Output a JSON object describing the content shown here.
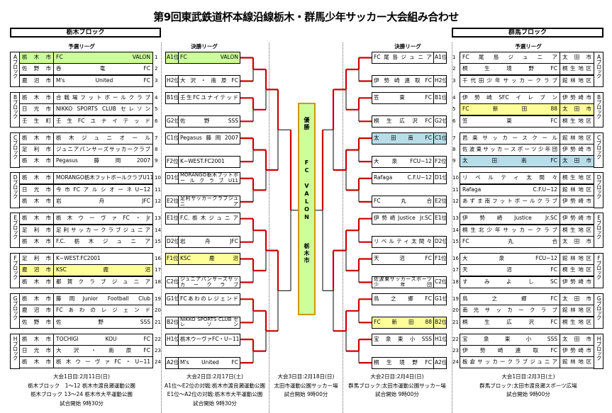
{
  "title": "第9回東武鉄道杯本線沿線栃木・群馬少年サッカー大会組み合わせ",
  "labels": {
    "prelim": "予選リーグ",
    "final": "決勝リーグ"
  },
  "champion": {
    "label": "優勝",
    "team": "FC VALON",
    "city": "栃木市"
  },
  "colors": {
    "green": "#ccff99",
    "yellow": "#ffff99",
    "blue": "#b7dde8",
    "red": "#cc0000"
  },
  "tochigi": {
    "header": "栃木ブロック",
    "blocks": [
      {
        "label": "Aブロック",
        "rows": [
          {
            "no": "1",
            "city": "栃木市",
            "team": "FC VALON",
            "hl": "green"
          },
          {
            "no": "2",
            "city": "佐野市",
            "team": "呑竜FC"
          },
          {
            "no": "3",
            "city": "鹿沼市",
            "team": "M's United FC"
          }
        ]
      },
      {
        "label": "Bブロック",
        "rows": [
          {
            "no": "4",
            "city": "栃木市",
            "team": "合戦場フットボールクラブ"
          },
          {
            "no": "5",
            "city": "日光市",
            "team": "NIKKO SPORTS CLUB セレソン"
          },
          {
            "no": "6",
            "city": "壬生町",
            "team": "壬生FCユナイテッド"
          }
        ]
      },
      {
        "label": "Cブロック",
        "rows": [
          {
            "no": "7",
            "city": "栃木市",
            "team": "栃木ジュニオール"
          },
          {
            "no": "8",
            "city": "足利市",
            "team": "ジュニアパンサーズサッカークラブ"
          },
          {
            "no": "9",
            "city": "栃木市",
            "team": "Pegasus藤岡2007"
          }
        ]
      },
      {
        "label": "Dブロック",
        "rows": [
          {
            "no": "10",
            "city": "栃木市",
            "team": "MORANGO栃木フットボールクラブU11"
          },
          {
            "no": "11",
            "city": "日光市",
            "team": "今市FCアルシオーネU−12"
          },
          {
            "no": "12",
            "city": "栃木市",
            "team": "岩舟JFC"
          }
        ]
      },
      {
        "label": "Eブロック",
        "rows": [
          {
            "no": "13",
            "city": "栃木市",
            "team": "栃木ウーヴァFC・Jr"
          },
          {
            "no": "14",
            "city": "足利市",
            "team": "足利サッカークラブジュニア"
          },
          {
            "no": "15",
            "city": "栃木市",
            "team": "F.C.栃木ジュニア"
          }
        ]
      },
      {
        "label": "Fブロック",
        "rows": [
          {
            "no": "16",
            "city": "足利市",
            "team": "K−WEST.FC2001"
          },
          {
            "no": "17",
            "city": "鹿沼市",
            "team": "KSC鹿沼",
            "hl": "yellow"
          },
          {
            "no": "18",
            "city": "栃木市",
            "team": "都賀クラブジュニア"
          }
        ]
      },
      {
        "label": "Gブロック",
        "rows": [
          {
            "no": "19",
            "city": "栃木市",
            "team": "藤岡Junior Football Club"
          },
          {
            "no": "20",
            "city": "鹿沼市",
            "team": "FCあわのレジェンド"
          },
          {
            "no": "21",
            "city": "佐野市",
            "team": "佐野SSS"
          }
        ]
      },
      {
        "label": "Hブロック",
        "rows": [
          {
            "no": "22",
            "city": "栃木市",
            "team": "TOCHIGI KOU FC"
          },
          {
            "no": "23",
            "city": "日光市",
            "team": "大沢・南原FC"
          },
          {
            "no": "24",
            "city": "栃木市",
            "team": "栃木ウーヴァFC・U−11"
          }
        ]
      }
    ],
    "finals": [
      {
        "seed": "A1位",
        "team": "FC VALON",
        "hl": "green"
      },
      {
        "seed": "H2位",
        "team": "大沢・南原FC"
      },
      {
        "seed": "B1位",
        "team": "壬生FCユナイテッド"
      },
      {
        "seed": "G2位",
        "team": "佐野SSS"
      },
      {
        "seed": "C1位",
        "team": "Pegasus藤岡2007"
      },
      {
        "seed": "F2位",
        "team": "K−WEST.FC2001"
      },
      {
        "seed": "D1位",
        "team": "MORANGO栃木フットボールクラブU11",
        "two": true
      },
      {
        "seed": "E2位",
        "team": "足利サッカークラブジュニア",
        "two": true
      },
      {
        "seed": "E1位",
        "team": "F.C.栃木ジュニア"
      },
      {
        "seed": "D2位",
        "team": "岩舟JFC"
      },
      {
        "seed": "F1位",
        "team": "KSC鹿沼",
        "hl": "yellow"
      },
      {
        "seed": "C2位",
        "team": "ジュニアパンサーズサッカークラブ",
        "two": true
      },
      {
        "seed": "G1位",
        "team": "FCあわのレジェンド"
      },
      {
        "seed": "B2位",
        "team": "NIKKO SPORTS CLUB セレソン",
        "two": true
      },
      {
        "seed": "H1位",
        "team": "栃木ウーヴァFC・U−11"
      },
      {
        "seed": "A2位",
        "team": "M's United FC"
      }
    ],
    "footer_prelim": [
      "大会1日目:2月11日(日)",
      "栃木ブロック　1〜12  栃木市渡良瀬運動公園",
      "栃木ブロック  13〜24  栃木市大平運動公園",
      "試合開始  9時30分"
    ],
    "footer_final": [
      "大会2日目:2月17日(土)",
      "A1位〜E2位の対戦:栃木市渡良瀬運動公園",
      "E1位〜A2位の対戦:栃木市大平運動公園",
      "試合開始  9時30分"
    ]
  },
  "day3": [
    "大会3日目:2月18日(日)",
    "太田市運動公園サッカー場",
    "試合開始  9時00分"
  ],
  "gunma": {
    "header": "群馬ブロック",
    "blocks": [
      {
        "label": "Aブロック",
        "rows": [
          {
            "no": "1",
            "city": "太田市",
            "team": "FC尾島ジュニア"
          },
          {
            "no": "2",
            "city": "桐生地区",
            "team": "桐生境野FC"
          },
          {
            "no": "3",
            "city": "館林地区",
            "team": "千代田少年サッカークラブ"
          }
        ]
      },
      {
        "label": "Bブロック",
        "rows": [
          {
            "no": "4",
            "city": "伊勢崎市",
            "team": "伊勢崎SFCイレブン"
          },
          {
            "no": "5",
            "city": "太田市",
            "team": "FC新田88",
            "hl": "yellow"
          },
          {
            "no": "6",
            "city": "桐生地区",
            "team": "笠東FC"
          }
        ]
      },
      {
        "label": "Cブロック",
        "rows": [
          {
            "no": "7",
            "city": "館林地区",
            "team": "邑楽サッカースクール"
          },
          {
            "no": "8",
            "city": "伊勢崎市",
            "team": "佐波東サッカースポーツ少年団"
          },
          {
            "no": "9",
            "city": "太田市",
            "team": "太田南FC",
            "hl": "blue"
          }
        ]
      },
      {
        "label": "Dブロック",
        "rows": [
          {
            "no": "10",
            "city": "桐生地区",
            "team": "リベルティ太間々"
          },
          {
            "no": "11",
            "city": "館林地区",
            "team": "Rafaga C.F.U−12"
          },
          {
            "no": "12",
            "city": "伊勢崎市",
            "team": "あずま南フットボールクラブ"
          }
        ]
      },
      {
        "label": "Eブロック",
        "rows": [
          {
            "no": "13",
            "city": "伊勢崎市",
            "team": "伊勢崎Justice Jr.SC"
          },
          {
            "no": "14",
            "city": "桐生地区",
            "team": "桐生北少年サッカークラブ"
          },
          {
            "no": "15",
            "city": "太田市",
            "team": "FC丸合"
          }
        ]
      },
      {
        "label": "Fブロック",
        "rows": [
          {
            "no": "16",
            "city": "館林地区",
            "team": "大泉FCU−12"
          },
          {
            "no": "17",
            "city": "桐生地区",
            "team": "天沼FC"
          },
          {
            "no": "18",
            "city": "伊勢崎市",
            "team": "すみよしSC"
          }
        ]
      },
      {
        "label": "Gブロック",
        "rows": [
          {
            "no": "19",
            "city": "太田市",
            "team": "鳥之郷FC"
          },
          {
            "no": "20",
            "city": "館林地区",
            "team": "南光サッカークラブ"
          },
          {
            "no": "21",
            "city": "桐生地区",
            "team": "桐生広沢FC"
          }
        ]
      },
      {
        "label": "Hブロック",
        "rows": [
          {
            "no": "22",
            "city": "太田市",
            "team": "宝泉東小SSS"
          },
          {
            "no": "23",
            "city": "伊勢崎市",
            "team": "伊勢崎連取FC"
          },
          {
            "no": "24",
            "city": "館林地区",
            "team": "板倉サッカークラブジュニア"
          }
        ]
      }
    ],
    "finals": [
      {
        "seed": "A1位",
        "team": "FC尾島ジュニア"
      },
      {
        "seed": "H2位",
        "team": "伊勢崎連取FC"
      },
      {
        "seed": "B1位",
        "team": "笠東FC"
      },
      {
        "seed": "G2位",
        "team": "桐生広沢FC"
      },
      {
        "seed": "C1位",
        "team": "太田南FC",
        "hl": "blue"
      },
      {
        "seed": "F2位",
        "team": "大泉FCU−12"
      },
      {
        "seed": "D1位",
        "team": "Rafaga C.F.U−12"
      },
      {
        "seed": "E2位",
        "team": "FC丸合"
      },
      {
        "seed": "E1位",
        "team": "伊勢崎Justice Jr.SC"
      },
      {
        "seed": "D2位",
        "team": "リベルティ太間々"
      },
      {
        "seed": "F1位",
        "team": "天沼FC"
      },
      {
        "seed": "C2位",
        "team": "佐波東サッカースポーツ少年団",
        "two": true
      },
      {
        "seed": "G1位",
        "team": "鳥之郷FC"
      },
      {
        "seed": "B2位",
        "team": "FC新田88",
        "hl": "yellow"
      },
      {
        "seed": "H1位",
        "team": "宝泉東小SSS"
      },
      {
        "seed": "A2位",
        "team": "桐生境野FC"
      }
    ],
    "footer_final": [
      "大会2日目:2月4日(日)",
      "群馬ブロック:太田市運動公園サッカー場",
      "試合開始  9時00分"
    ],
    "footer_prelim": [
      "大会1日目:2月3日(土)",
      "群馬ブロック:太田市渡良瀬スポーツ広場",
      "試合開始  9時00分"
    ]
  }
}
